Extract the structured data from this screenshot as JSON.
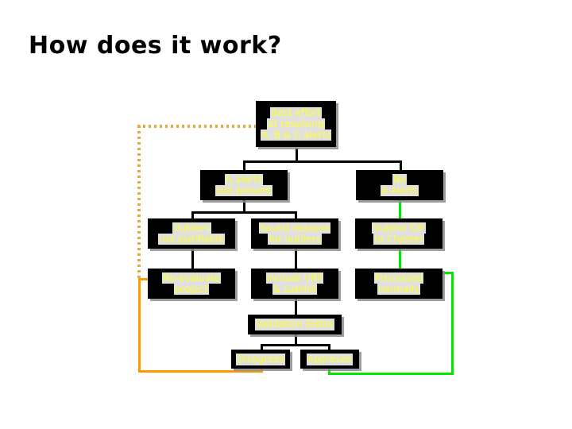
{
  "slide": {
    "title": "How does it work?",
    "background_color": "#ffffff",
    "title_color": "#000000"
  },
  "diagram": {
    "type": "flowchart",
    "node_fill": "#000000",
    "node_text_color": "#ffff33",
    "connector_color": "#000000",
    "approve_path_color": "#00e800",
    "disagree_path_color": "#ff9900",
    "dotted_path_color": "#e2a93c",
    "nodes": [
      {
        "id": "best-effort",
        "lines": [
          "Best effort",
          "at resolving",
          "A, B & C alerts"
        ]
      },
      {
        "id": "a-alerts",
        "lines": [
          "A alerts",
          "still present"
        ]
      },
      {
        "id": "no-a-alerts",
        "lines": [
          "No",
          "A Alerts"
        ]
      },
      {
        "id": "outliers",
        "lines": [
          "Outliers",
          "not justifiable"
        ]
      },
      {
        "id": "sound-reasons",
        "lines": [
          "Sound reasons",
          "for outliers"
        ]
      },
      {
        "id": "submit-cif",
        "lines": [
          "Submit CIF",
          "to Chester"
        ]
      },
      {
        "id": "re-evaluate",
        "lines": [
          "Re-evaluate",
          "project"
        ]
      },
      {
        "id": "include-vrf",
        "lines": [
          "Include VRF",
          "& submit"
        ]
      },
      {
        "id": "processed",
        "lines": [
          "Processed",
          "normally"
        ]
      },
      {
        "id": "validation-editor",
        "lines": [
          "Validation Editor"
        ]
      },
      {
        "id": "disagrees",
        "lines": [
          "Disagrees"
        ]
      },
      {
        "id": "approves",
        "lines": [
          "Approves"
        ]
      }
    ]
  }
}
